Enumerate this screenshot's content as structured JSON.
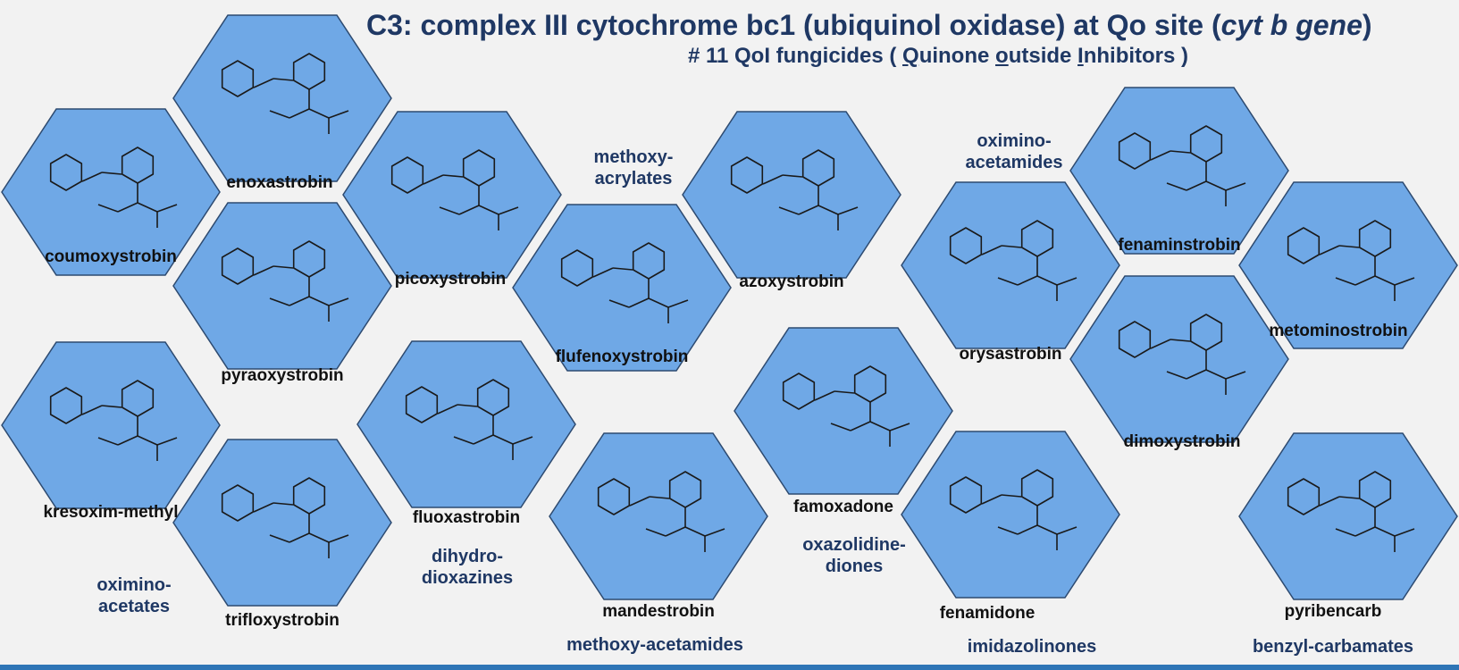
{
  "title": {
    "prefix": "C3: complex III cytochrome bc1 (ubiquinol oxidase) at Qo site (",
    "italic": "cyt b gene",
    "suffix": ")"
  },
  "subtitle": {
    "p1": "# 11 QoI fungicides ( ",
    "q": "Q",
    "p2": "uinone ",
    "o": "o",
    "p3": "utside ",
    "i": "I",
    "p4": "nhibitors )"
  },
  "compounds": [
    "coumoxystrobin",
    "enoxastrobin",
    "pyraoxystrobin",
    "picoxystrobin",
    "flufenoxystrobin",
    "azoxystrobin",
    "kresoxim-methyl",
    "trifloxystrobin",
    "fluoxastrobin",
    "mandestrobin",
    "famoxadone",
    "fenamidone",
    "orysastrobin",
    "fenaminstrobin",
    "dimoxystrobin",
    "metominostrobin",
    "pyribencarb"
  ],
  "groups": {
    "methoxy_acrylates": [
      "methoxy-",
      "acrylates"
    ],
    "oximino_acetates": [
      "oximino-",
      "acetates"
    ],
    "dihydro_dioxazines": [
      "dihydro-",
      "dioxazines"
    ],
    "methoxy_acetamides": [
      "methoxy-acetamides"
    ],
    "oxazolidine_diones": [
      "oxazolidine-",
      "diones"
    ],
    "imidazolinones": [
      "imidazolinones"
    ],
    "oximino_acetamides": [
      "oximino-",
      "acetamides"
    ],
    "benzyl_carbamates": [
      "benzyl-carbamates"
    ]
  }
}
